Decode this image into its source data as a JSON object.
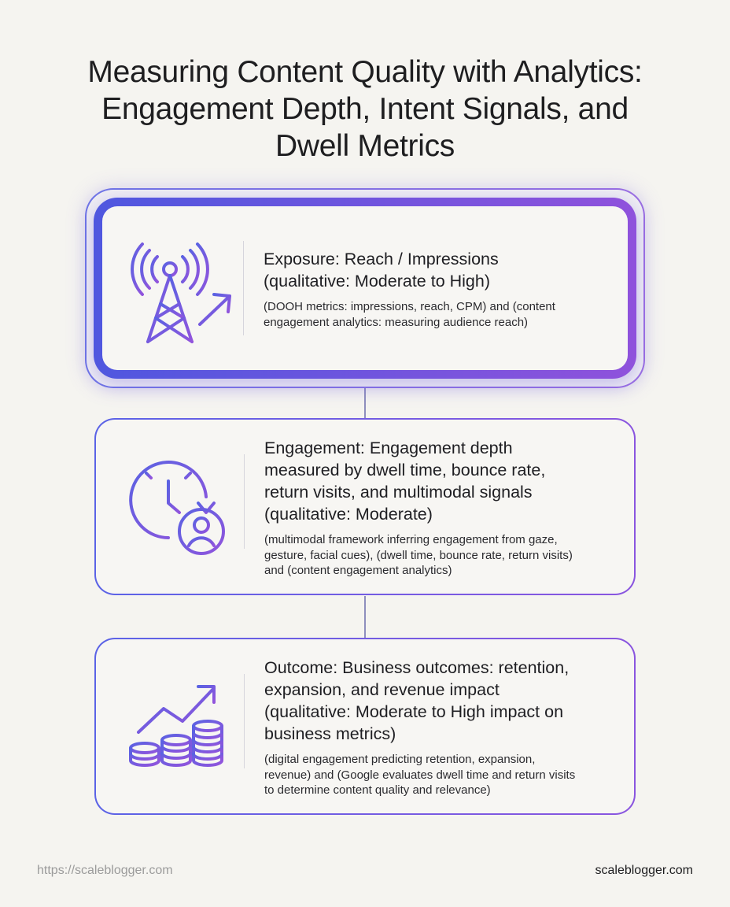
{
  "title": {
    "line1": "Measuring Content Quality with Analytics:",
    "line2": "Engagement Depth, Intent Signals, and",
    "line3": "Dwell Metrics"
  },
  "steps": [
    {
      "icon": "broadcast-tower-icon",
      "heading_line1": "Exposure: Reach / Impressions",
      "heading_line2": "(qualitative: Moderate to High)",
      "desc_line1": "(DOOH metrics: impressions, reach, CPM) and (content",
      "desc_line2": "engagement analytics: measuring audience reach)"
    },
    {
      "icon": "clock-user-icon",
      "heading_line1": "Engagement: Engagement depth",
      "heading_line2": "measured by dwell time, bounce rate,",
      "heading_line3": "return visits, and multimodal signals",
      "heading_line4": "(qualitative: Moderate)",
      "desc_line1": "(multimodal framework inferring engagement from gaze,",
      "desc_line2": "gesture, facial cues), (dwell time, bounce rate, return visits)",
      "desc_line3": "and (content engagement analytics)"
    },
    {
      "icon": "coins-growth-icon",
      "heading_line1": "Outcome: Business outcomes: retention,",
      "heading_line2": "expansion, and revenue impact",
      "heading_line3": "(qualitative: Moderate to High impact on",
      "heading_line4": "business metrics)",
      "desc_line1": "(digital engagement predicting retention, expansion,",
      "desc_line2": "revenue) and (Google evaluates dwell time and return visits",
      "desc_line3": "to determine content quality and relevance)"
    }
  ],
  "footer": {
    "left": "https://scaleblogger.com",
    "right": "scaleblogger.com"
  },
  "colors": {
    "accent_blue": "#4f57df",
    "accent_purple": "#8f52dc",
    "background": "#f5f4f0"
  }
}
